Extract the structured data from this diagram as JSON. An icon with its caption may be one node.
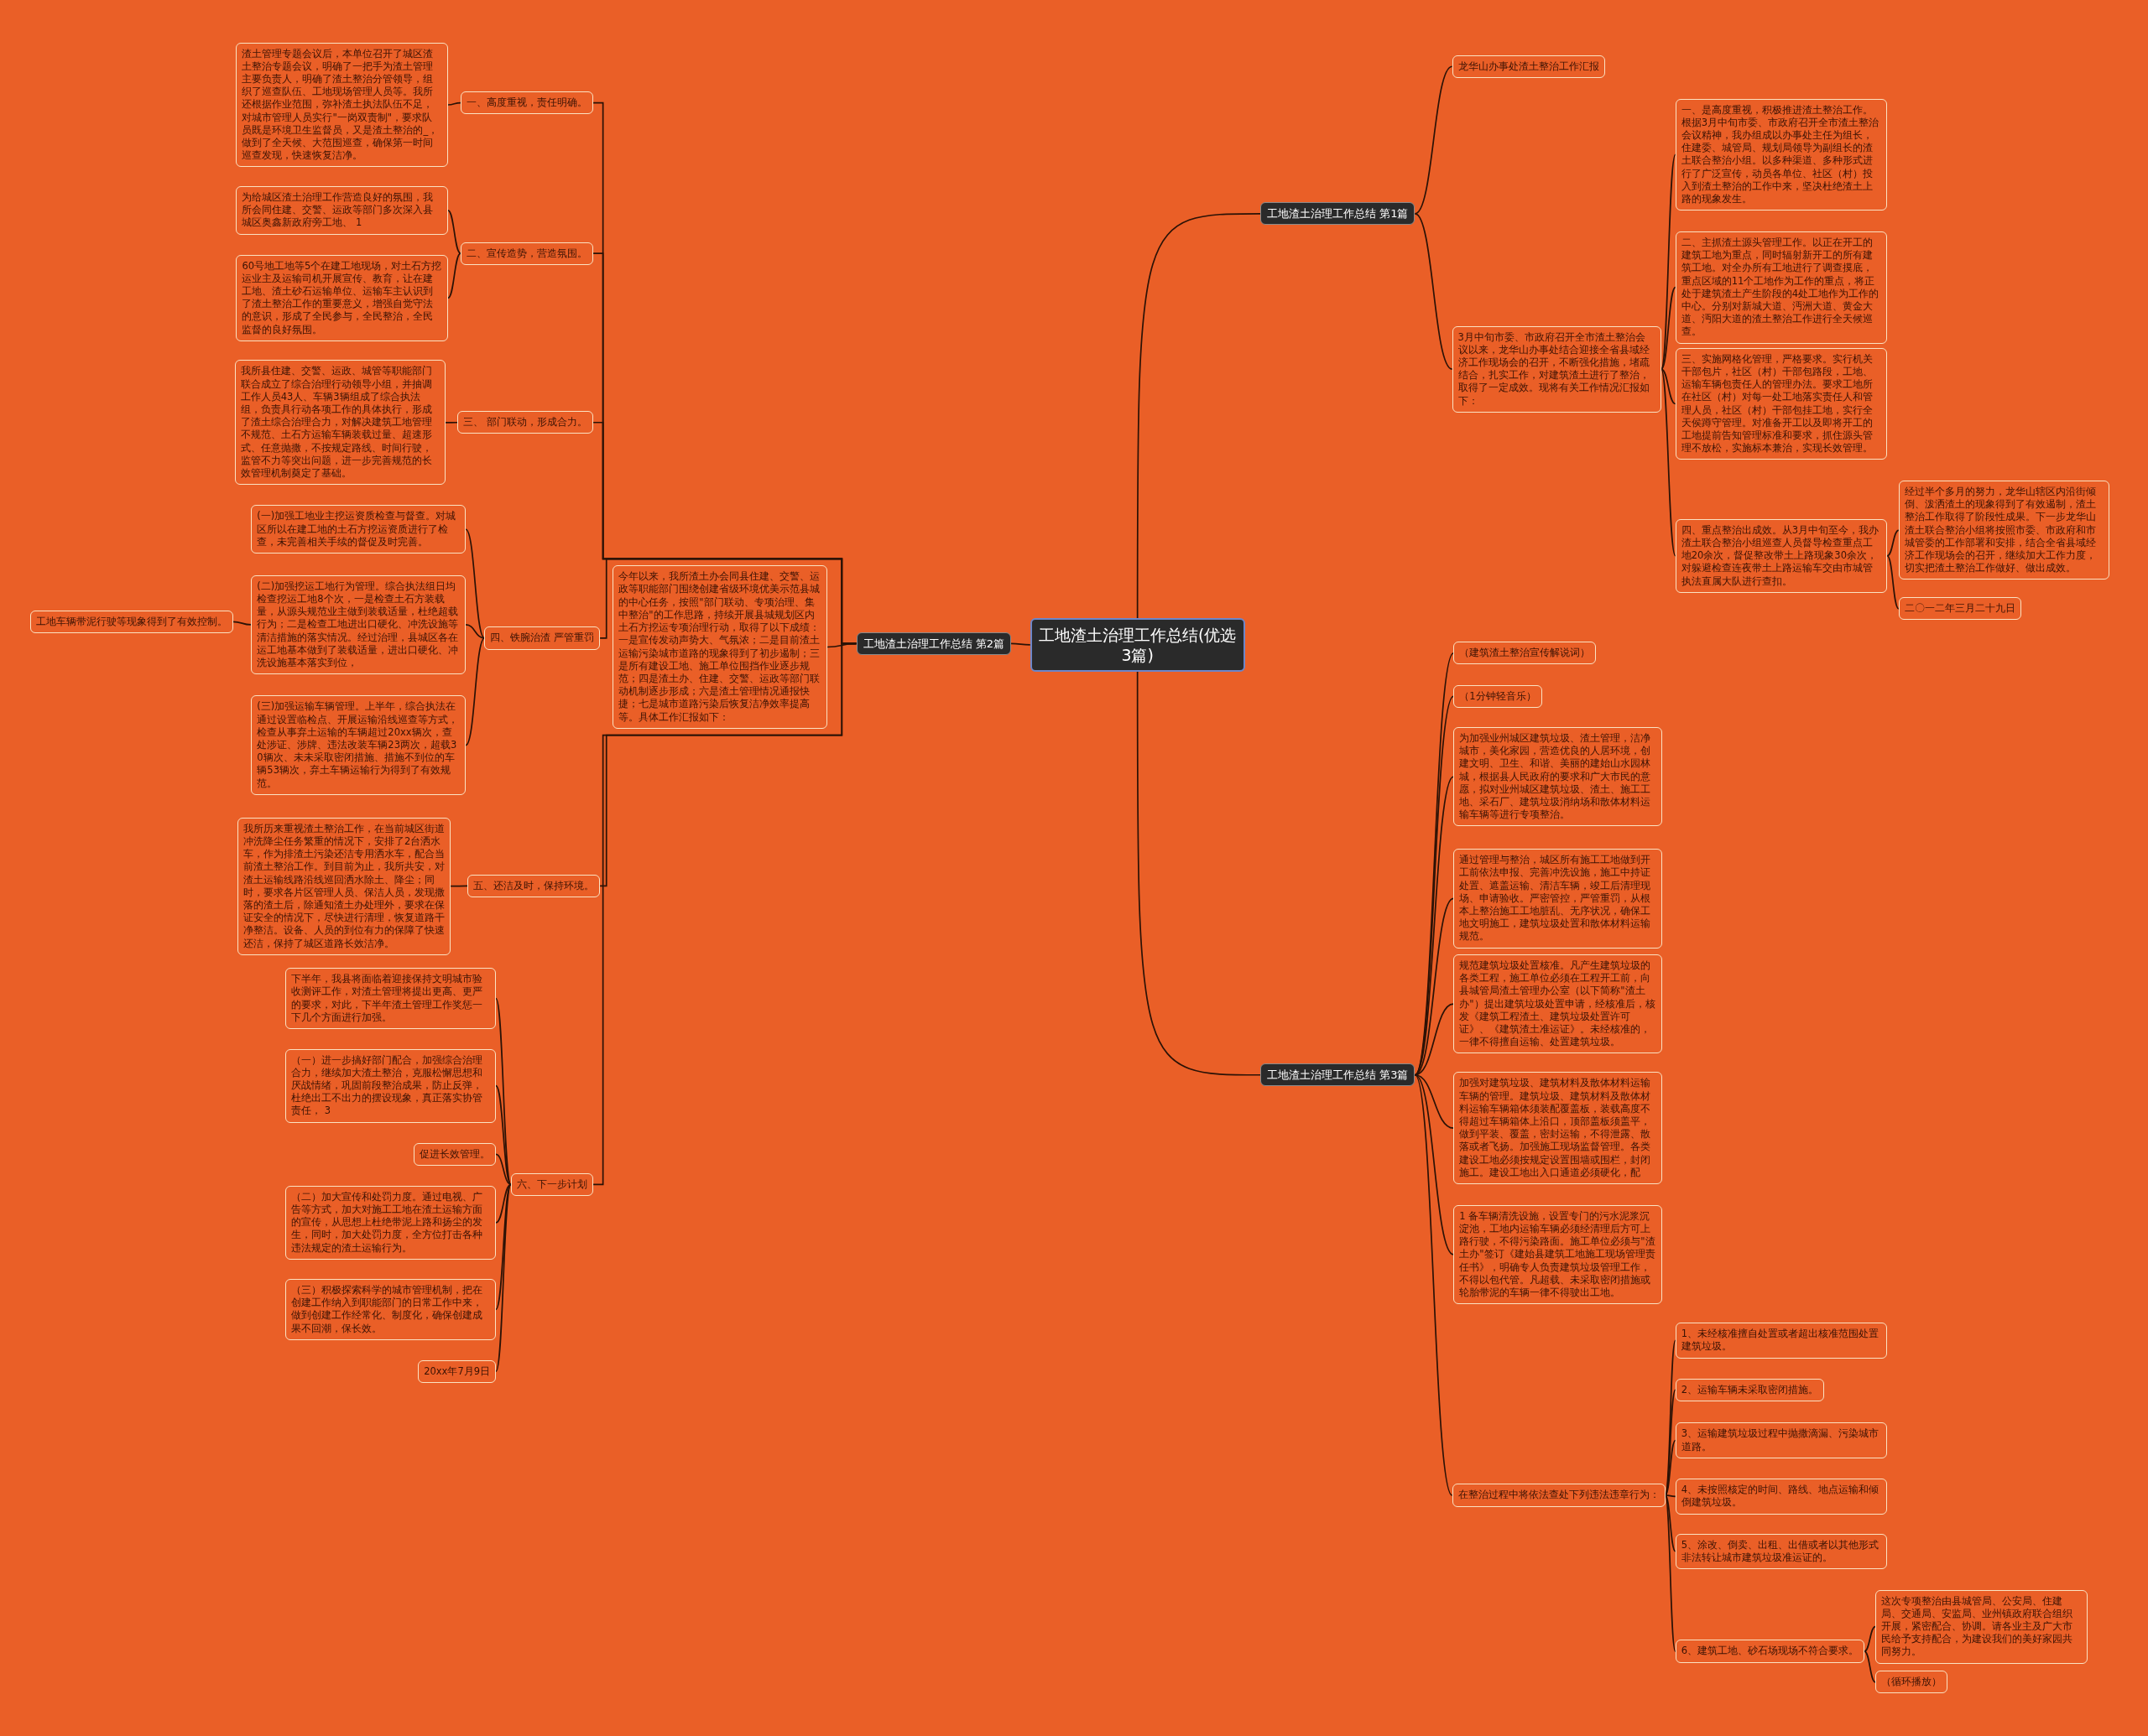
{
  "diagram": {
    "nodes": [
      {
        "text": [
          "工地渣土治理工作总结(优选3篇)"
        ]
      },
      {
        "text": [
          "工地渣土治理工作总结 第1篇"
        ]
      },
      {
        "text": [
          "工地渣土治理工作总结 第2篇"
        ]
      },
      {
        "text": [
          "工地渣土治理工作总结 第3篇"
        ]
      },
      {
        "text": [
          "龙华山办事处渣土整治工作汇报"
        ]
      },
      {
        "text": [
          "3月中旬市委、市政府召开全市渣土整治会议以来，龙华山办事处结合迎接全省县域经济工作现场会的召开，不断强化措施，堵疏结合，扎实工作，对建筑渣土进行了整治，取得了一定成效。现将有关工作情况汇报如下："
        ]
      },
      {
        "text": [
          "一、是高度重视，积极推进渣土整治工作。根据3月中旬市委、市政府召开全市渣土整治会议精神，我办组成以办事处主任为组长，住建委、城管局、规划局领导为副组长的渣土联合整治小组。以多种渠道、多种形式进行了广泛宣传，动员各单位、社区（村）投入到渣土整治的工作中来，坚决杜绝渣土上路的现象发生。"
        ]
      },
      {
        "text": [
          "二、主抓渣土源头管理工作。以正在开工的建筑工地为重点，同时辐射新开工的所有建筑工地。对全办所有工地进行了调查摸底，重点区域的11个工地作为工作的重点，将正处于建筑渣土产生阶段的4处工地作为工作的中心。分别对新城大道、沔洲大道、黄金大道、沔阳大道的渣土整治工作进行全天候巡查。"
        ]
      },
      {
        "text": [
          "三、实施网格化管理，严格要求。实行机关干部包片，社区（村）干部包路段，工地、运输车辆包责任人的管理办法。要求工地所在社区（村）对每一处工地落实责任人和管理人员，社区（村）干部包挂工地，实行全天侯蹲守管理。对准备开工以及即将开工的工地提前告知管理标准和要求，抓住源头管理不放松，实施标本兼治，实现长效管理。"
        ]
      },
      {
        "text": [
          "四、重点整治出成效。从3月中旬至今，我办渣土联合整治小组巡查人员督导检查重点工地20余次，督促整改带土上路现象30余次，对躲避检查连夜带土上路运输车交由市城管执法直属大队进行查扣。"
        ]
      },
      {
        "text": [
          "经过半个多月的努力，龙华山辖区内沿街倾倒、泼洒渣土的现象得到了有效遏制，渣土整治工作取得了阶段性成果。下一步龙华山渣土联合整治小组将按照市委、市政府和市城管委的工作部署和安排，结合全省县域经济工作现场会的召开，继续加大工作力度，切实把渣土整治工作做好、做出成效。"
        ]
      },
      {
        "text": [
          "二〇一二年三月二十九日"
        ]
      },
      {
        "text": [
          "今年以来，我所渣土办会同县住建、交警、运政等职能部门围绕创建省级环境优美示范县城的中心任务，按照\"部门联动、专项治理、集中整治\"的工作思路，持续开展县城规划区内土石方挖运专项治理行动，取得了以下成绩：一是宣传发动声势大、气氛浓；二是目前渣土运输污染城市道路的现象得到了初步遏制；三是所有建设工地、施工单位围挡作业逐步规范；四是渣土办、住建、交警、运政等部门联动机制逐步形成；六是渣土管理情况通报快捷；七是城市道路污染后恢复洁净效率提高等。具体工作汇报如下："
        ]
      },
      {
        "text": [
          "一、高度重视，责任明确。"
        ]
      },
      {
        "text": [
          "渣土管理专题会议后，本单位召开了城区渣土整治专题会议，明确了一把手为渣土管理主要负责人，明确了渣土整治分管领导，组织了巡查队伍、工地现场管理人员等。我所还根据作业范围，弥补渣土执法队伍不足，对城市管理人员实行\"一岗双责制\"，要求队员既是环境卫生监督员，又是渣土整治的_，做到了全天候、大范围巡查，确保第一时间巡查发现，快速恢复洁净。"
        ]
      },
      {
        "text": [
          "二、宣传造势，营造氛围。"
        ]
      },
      {
        "text": [
          "为给城区渣土治理工作营造良好的氛围，我所会同住建、交警、运政等部门多次深入县城区奥鑫新政府旁工地、 1"
        ]
      },
      {
        "text": [
          "60号地工地等5个在建工地现场，对土石方挖运业主及运输司机开展宣传、教育，让在建工地、渣土砂石运输单位、运输车主认识到了渣土整治工作的重要意义，增强自觉守法的意识，形成了全民参与，全民整治，全民监督的良好氛围。"
        ]
      },
      {
        "text": [
          "三、 部门联动，形成合力。"
        ]
      },
      {
        "text": [
          "我所县住建、交警、运政、城管等职能部门联合成立了综合治理行动领导小组，并抽调工作人员43人、车辆3辆组成了综合执法组，负责具行动各项工作的具体执行，形成了渣土综合治理合力，对解决建筑工地管理不规范、土石方运输车辆装载过量、超速形式、任意抛撒，不按规定路线、时间行驶，监管不力等突出问题，进一步完善规范的长效管理机制奠定了基础。"
        ]
      },
      {
        "text": [
          "四、铁腕治渣 严管重罚"
        ]
      },
      {
        "text": [
          "(一)加强工地业主挖运资质检查与督查。对城区所以在建工地的土石方挖运资质进行了检查，未完善相关手续的督促及时完善。"
        ]
      },
      {
        "text": [
          "(二)加强挖运工地行为管理。综合执法组日均检查挖运工地8个次，一是检查土石方装载量，从源头规范业主做到装载适量，杜绝超载行为；二是检查工地进出口硬化、冲洗设施等清洁措施的落实情况。经过治理，县城区各在运工地基本做到了装载适量，进出口硬化、冲洗设施基本落实到位，"
        ]
      },
      {
        "text": [
          "工地车辆带泥行驶等现象得到了有效控制。"
        ]
      },
      {
        "text": [
          "(三)加强运输车辆管理。上半年，综合执法在通过设置临检点、开展运输沿线巡查等方式，检查从事弃土运输的车辆超过20xx辆次，查处涉证、涉牌、违法改装车辆23两次，超载30辆次、未未采取密闭措施、措施不到位的车辆53辆次，弃土车辆运输行为得到了有效规范。"
        ]
      },
      {
        "text": [
          "五、还洁及时，保持环境。"
        ]
      },
      {
        "text": [
          "我所历来重视渣土整治工作，在当前城区街道冲洗降尘任务繁重的情况下，安排了2台洒水车，作为排渣土污染还洁专用洒水车，配合当前渣土整治工作。到目前为止，我所共安，对渣土运输线路沿线巡回洒水除土、降尘；同时，要求各片区管理人员、保洁人员，发现撒落的渣土后，除通知渣土办处理外，要求在保证安全的情况下，尽快进行清理，恢复道路干净整洁。设备、人员的到位有力的保障了快速还洁，保持了城区道路长效洁净。"
        ]
      },
      {
        "text": [
          "六、下一步计划"
        ]
      },
      {
        "text": [
          "下半年，我县将面临着迎接保持文明城市验收测评工作，对渣土管理将提出更高、更严的要求，对此，下半年渣土管理工作奖惩一下几个方面进行加强。"
        ]
      },
      {
        "text": [
          "（一）进一步搞好部门配合，加强综合治理合力，继续加大渣土整治，克服松懈思想和厌战情绪，巩固前段整治成果，防止反弹，杜绝出工不出力的摆设现象，真正落实协管责任， 3"
        ]
      },
      {
        "text": [
          "促进长效管理。"
        ]
      },
      {
        "text": [
          "（二）加大宣传和处罚力度。通过电视、广告等方式，加大对施工工地在渣土运输方面的宣传，从思想上杜绝带泥上路和扬尘的发生，同时，加大处罚力度，全方位打击各种违法规定的渣土运输行为。"
        ]
      },
      {
        "text": [
          "（三）积极探索科学的城市管理机制，把在创建工作纳入到职能部门的日常工作中来，做到创建工作经常化、制度化，确保创建成果不回潮，保长效。"
        ]
      },
      {
        "text": [
          "20xx年7月9日"
        ]
      },
      {
        "text": [
          "（建筑渣土整治宣传解说词）"
        ]
      },
      {
        "text": [
          "（1分钟轻音乐）"
        ]
      },
      {
        "text": [
          "为加强业州城区建筑垃圾、渣土管理，洁净城市，美化家园，营造优良的人居环境，创建文明、卫生、和谐、美丽的建始山水园林城，根据县人民政府的要求和广大市民的意愿，拟对业州城区建筑垃圾、渣土、施工工地、采石厂、建筑垃圾消纳场和散体材料运输车辆等进行专项整治。"
        ]
      },
      {
        "text": [
          "通过管理与整治，城区所有施工工地做到开工前依法申报、完善冲洗设施，施工中持证处置、遮盖运输、清洁车辆，竣工后清理现场、申请验收。严密管控，严管重罚，从根本上整治施工工地脏乱、无序状况，确保工地文明施工，建筑垃圾处置和散体材料运输规范。"
        ]
      },
      {
        "text": [
          "规范建筑垃圾处置核准。凡产生建筑垃圾的各类工程，施工单位必须在工程开工前，向县城管局渣土管理办公室（以下简称\"渣土办\"）提出建筑垃圾处置申请，经核准后，核发《建筑工程渣土、建筑垃圾处置许可证》、《建筑渣土准运证》。未经核准的，一律不得擅自运输、处置建筑垃圾。"
        ]
      },
      {
        "text": [
          "加强对建筑垃圾、建筑材料及散体材料运输车辆的管理。建筑垃圾、建筑材料及散体材料运输车辆箱体须装配覆盖板，装载高度不得超过车辆箱体上沿口，顶部盖板须盖平，做到平装、覆盖，密封运输，不得泄露、散落或者飞扬。加强施工现场监督管理。各类建设工地必须按规定设置围墙或围栏，封闭施工。建设工地出入口通道必须硬化，配"
        ]
      },
      {
        "text": [
          "1 备车辆清洗设施，设置专门的污水泥浆沉淀池，工地内运输车辆必须经清理后方可上路行驶，不得污染路面。施工单位必须与\"渣土办\"签订《建始县建筑工地施工现场管理责任书》，明确专人负责建筑垃圾管理工作，不得以包代管。凡超载、未采取密闭措施或轮胎带泥的车辆一律不得驶出工地。"
        ]
      },
      {
        "text": [
          "在整治过程中将依法查处下列违法违章行为："
        ]
      },
      {
        "text": [
          "1、未经核准擅自处置或者超出核准范围处置建筑垃圾。"
        ]
      },
      {
        "text": [
          "2、运输车辆未采取密闭措施。"
        ]
      },
      {
        "text": [
          "3、运输建筑垃圾过程中抛撒滴漏、污染城市道路。"
        ]
      },
      {
        "text": [
          "4、未按照核定的时间、路线、地点运输和倾倒建筑垃圾。"
        ]
      },
      {
        "text": [
          "5、涂改、倒卖、出租、出借或者以其他形式非法转让城市建筑垃圾准运证的。"
        ]
      },
      {
        "text": [
          "6、建筑工地、砂石场现场不符合要求。"
        ]
      },
      {
        "text": [
          "这次专项整治由县城管局、公安局、住建局、交通局、安监局、业州镇政府联合组织开展，紧密配合、协调。请各业主及广大市民给予支持配合，为建设我们的美好家园共同努力。"
        ]
      },
      {
        "text": [
          "（循环播放）"
        ]
      }
    ],
    "edges": [
      {
        "from": 0,
        "to": 1,
        "arrow": "none"
      },
      {
        "from": 0,
        "to": 2,
        "arrow": "none"
      },
      {
        "from": 0,
        "to": 3,
        "arrow": "none"
      },
      {
        "from": 1,
        "to": 4,
        "arrow": "none"
      },
      {
        "from": 1,
        "to": 5,
        "arrow": "none"
      },
      {
        "from": 5,
        "to": 6,
        "arrow": "none"
      },
      {
        "from": 5,
        "to": 7,
        "arrow": "none"
      },
      {
        "from": 5,
        "to": 8,
        "arrow": "none"
      },
      {
        "from": 5,
        "to": 9,
        "arrow": "none"
      },
      {
        "from": 9,
        "to": 10,
        "arrow": "none"
      },
      {
        "from": 9,
        "to": 11,
        "arrow": "none"
      },
      {
        "from": 2,
        "to": 12,
        "arrow": "none"
      },
      {
        "from": 2,
        "to": 13,
        "arrow": "none"
      },
      {
        "from": 2,
        "to": 15,
        "arrow": "none"
      },
      {
        "from": 2,
        "to": 18,
        "arrow": "none"
      },
      {
        "from": 2,
        "to": 20,
        "arrow": "none"
      },
      {
        "from": 2,
        "to": 25,
        "arrow": "none"
      },
      {
        "from": 2,
        "to": 27,
        "arrow": "none"
      },
      {
        "from": 13,
        "to": 14,
        "arrow": "none"
      },
      {
        "from": 15,
        "to": 16,
        "arrow": "none"
      },
      {
        "from": 15,
        "to": 17,
        "arrow": "none"
      },
      {
        "from": 18,
        "to": 19,
        "arrow": "none"
      },
      {
        "from": 20,
        "to": 21,
        "arrow": "none"
      },
      {
        "from": 20,
        "to": 22,
        "arrow": "none"
      },
      {
        "from": 20,
        "to": 24,
        "arrow": "none"
      },
      {
        "from": 22,
        "to": 23,
        "arrow": "none"
      },
      {
        "from": 25,
        "to": 26,
        "arrow": "none"
      },
      {
        "from": 27,
        "to": 28,
        "arrow": "none"
      },
      {
        "from": 27,
        "to": 29,
        "arrow": "none"
      },
      {
        "from": 27,
        "to": 30,
        "arrow": "none"
      },
      {
        "from": 27,
        "to": 31,
        "arrow": "none"
      },
      {
        "from": 27,
        "to": 32,
        "arrow": "none"
      },
      {
        "from": 27,
        "to": 33,
        "arrow": "none"
      },
      {
        "from": 3,
        "to": 34,
        "arrow": "none"
      },
      {
        "from": 3,
        "to": 35,
        "arrow": "none"
      },
      {
        "from": 3,
        "to": 36,
        "arrow": "none"
      },
      {
        "from": 3,
        "to": 37,
        "arrow": "none"
      },
      {
        "from": 3,
        "to": 38,
        "arrow": "none"
      },
      {
        "from": 3,
        "to": 39,
        "arrow": "none"
      },
      {
        "from": 3,
        "to": 40,
        "arrow": "none"
      },
      {
        "from": 3,
        "to": 41,
        "arrow": "none"
      },
      {
        "from": 41,
        "to": 42,
        "arrow": "none"
      },
      {
        "from": 41,
        "to": 43,
        "arrow": "none"
      },
      {
        "from": 41,
        "to": 44,
        "arrow": "none"
      },
      {
        "from": 41,
        "to": 45,
        "arrow": "none"
      },
      {
        "from": 41,
        "to": 46,
        "arrow": "none"
      },
      {
        "from": 41,
        "to": 47,
        "arrow": "none"
      },
      {
        "from": 47,
        "to": 48,
        "arrow": "none"
      },
      {
        "from": 47,
        "to": 49,
        "arrow": "none"
      }
    ]
  }
}
